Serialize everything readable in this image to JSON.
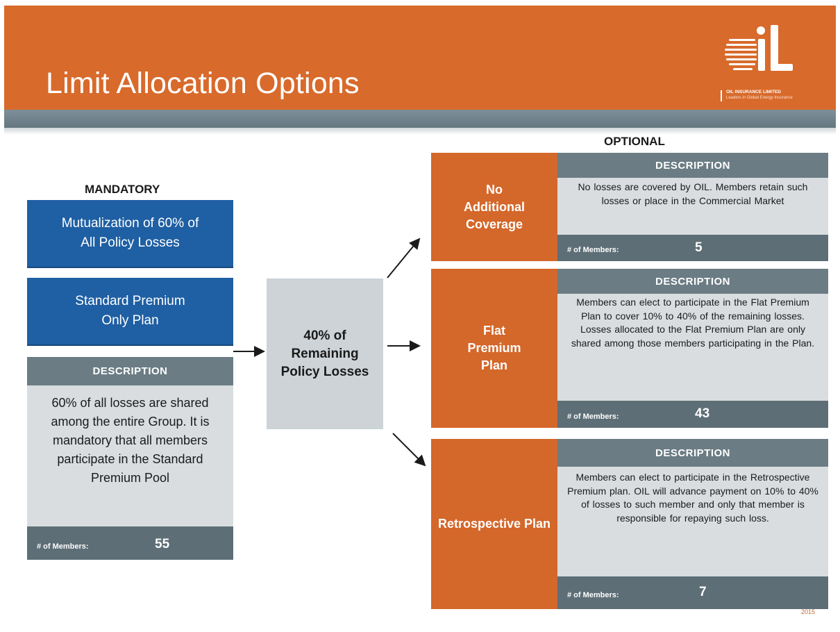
{
  "header": {
    "title": "Limit Allocation Options",
    "logo": {
      "mark_text": "OIL",
      "company_name": "OIL INSURANCE LIMITED",
      "tagline": "Leaders in Global Energy Insurance"
    }
  },
  "mandatory": {
    "label": "MANDATORY",
    "box1": "Mutualization of 60% of All Policy Losses",
    "box2": "Standard Premium Only Plan",
    "description_header": "DESCRIPTION",
    "description": "60% of all losses are shared among the entire Group. It is mandatory that all members participate in the Standard Premium Pool",
    "members_label": "# of Members:",
    "members_count": "55"
  },
  "middle": {
    "label": "40% of Remaining Policy Losses"
  },
  "optional": {
    "label": "OPTIONAL",
    "options": [
      {
        "name": "No Additional Coverage",
        "description_header": "DESCRIPTION",
        "description": "No losses are covered by OIL. Members retain such losses or place in the Commercial Market",
        "members_label": "# of Members:",
        "members_count": "5"
      },
      {
        "name": "Flat Premium Plan",
        "description_header": "DESCRIPTION",
        "description": "Members can elect to participate in the Flat Premium Plan to cover 10% to 40% of the remaining losses. Losses allocated to the Flat Premium Plan are only shared among those members participating in the Plan.",
        "members_label": "# of Members:",
        "members_count": "43"
      },
      {
        "name": "Retrospective Plan",
        "description_header": "DESCRIPTION",
        "description": "Members can elect to participate in the Retrospective Premium plan. OIL will advance payment on 10% to 40% of losses to such member and only that member is responsible for repaying such loss.",
        "members_label": "# of Members:",
        "members_count": "7"
      }
    ]
  },
  "footer": {
    "page_number": "2015"
  },
  "colors": {
    "header_orange": "#d86a2b",
    "header_band": "#6f828b",
    "mandatory_blue": "#1f5fa3",
    "option_orange": "#d4672a",
    "description_gray": "#d9dde0",
    "members_bar": "#5d6e76"
  }
}
